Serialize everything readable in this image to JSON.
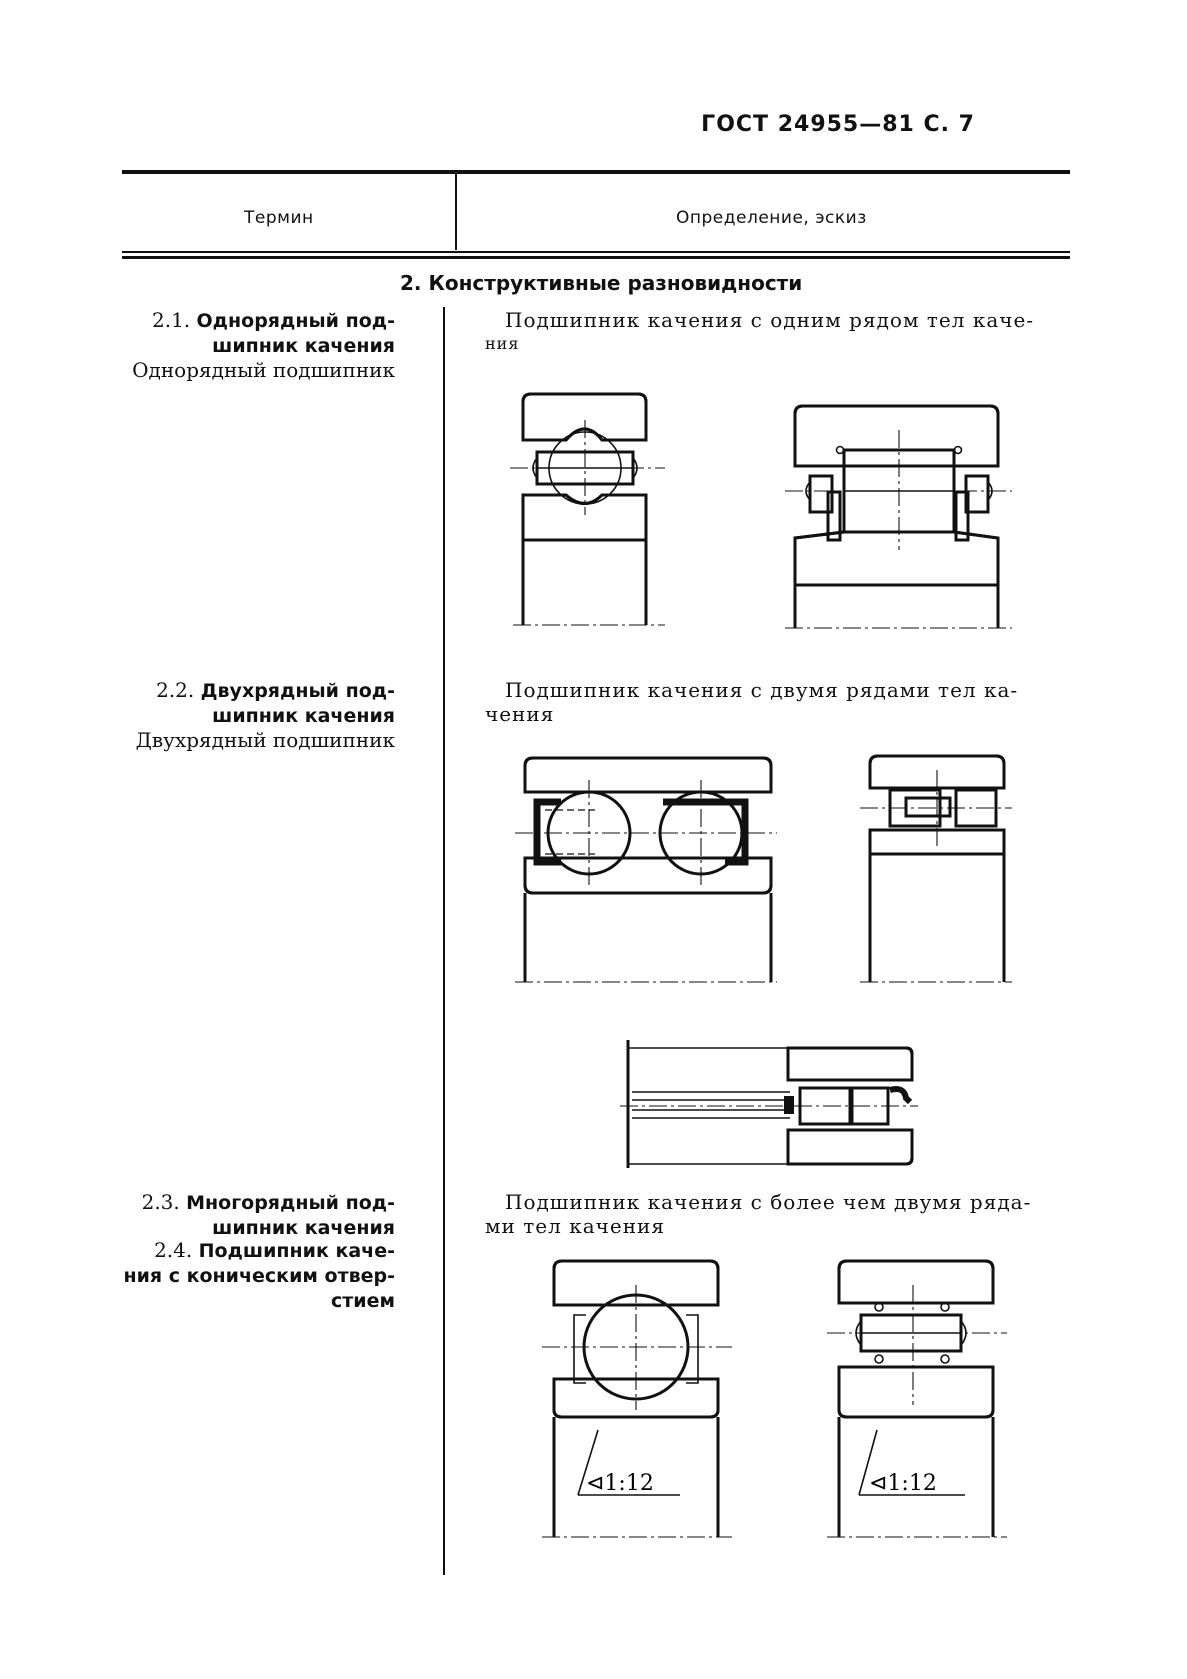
{
  "header": {
    "standard": "ГОСТ 24955—81 С. 7"
  },
  "table": {
    "col_term": "Термин",
    "col_definition": "Определение, эскиз",
    "section_title": "2. Конструктивные разновидности"
  },
  "entries": [
    {
      "num": "2.1.",
      "term_bold_1": "Однорядный под-",
      "term_bold_2": "шипник качения",
      "synonym": "Однорядный подшипник",
      "def_1": "Подшипник качения с одним рядом тел каче-",
      "def_2": "ния"
    },
    {
      "num": "2.2.",
      "term_bold_1": "Двухрядный под-",
      "term_bold_2": "шипник качения",
      "synonym": "Двухрядный подшипник",
      "def_1": "Подшипник качения с двумя рядами тел ка-",
      "def_2": "чения"
    },
    {
      "num": "2.3.",
      "term_bold_1": "Многорядный под-",
      "term_bold_2": "шипник качения",
      "def_1": "Подшипник качения с более чем двумя ряда-",
      "def_2": "ми тел качения"
    },
    {
      "num": "2.4.",
      "term_bold_1": "Подшипник каче-",
      "term_bold_2": "ния с коническим отвер-",
      "term_bold_3": "стием"
    }
  ],
  "sketch_labels": {
    "taper_left": "⊲1:12",
    "taper_right": "⊲1:12"
  }
}
